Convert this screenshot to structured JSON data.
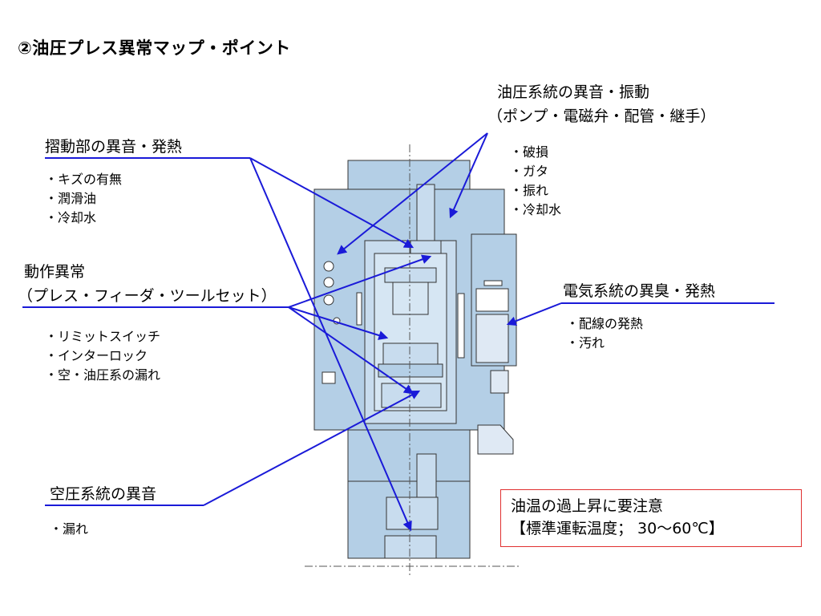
{
  "title": "②油圧プレス異常マップ・ポイント",
  "colors": {
    "body_fill": "#b4cfe6",
    "outline": "#333333",
    "pointer": "#1a1ad8",
    "note_border": "#e03030"
  },
  "callouts": {
    "hydraulic": {
      "heading": [
        "油圧系統の異音・振動",
        "（ポンプ・電磁弁・配管・継手）"
      ],
      "items": [
        "・破損",
        "・ガタ",
        "・振れ",
        "・冷却水"
      ]
    },
    "sliding": {
      "heading": [
        "摺動部の異音・発熱"
      ],
      "items": [
        "・キズの有無",
        "・潤滑油",
        "・冷却水"
      ]
    },
    "operation": {
      "heading": [
        "動作異常",
        "（プレス・フィーダ・ツールセット）"
      ],
      "items": [
        "・リミットスイッチ",
        "・インターロック",
        "・空・油圧系の漏れ"
      ]
    },
    "electric": {
      "heading": [
        "電気系統の異臭・発熱"
      ],
      "items": [
        "・配線の発熱",
        "・汚れ"
      ]
    },
    "pneumatic": {
      "heading": [
        "空圧系統の異音"
      ],
      "items": [
        "・漏れ"
      ]
    }
  },
  "note": {
    "line1": "油温の過上昇に要注意",
    "line2": "【標準運転温度； 30～60℃】"
  }
}
